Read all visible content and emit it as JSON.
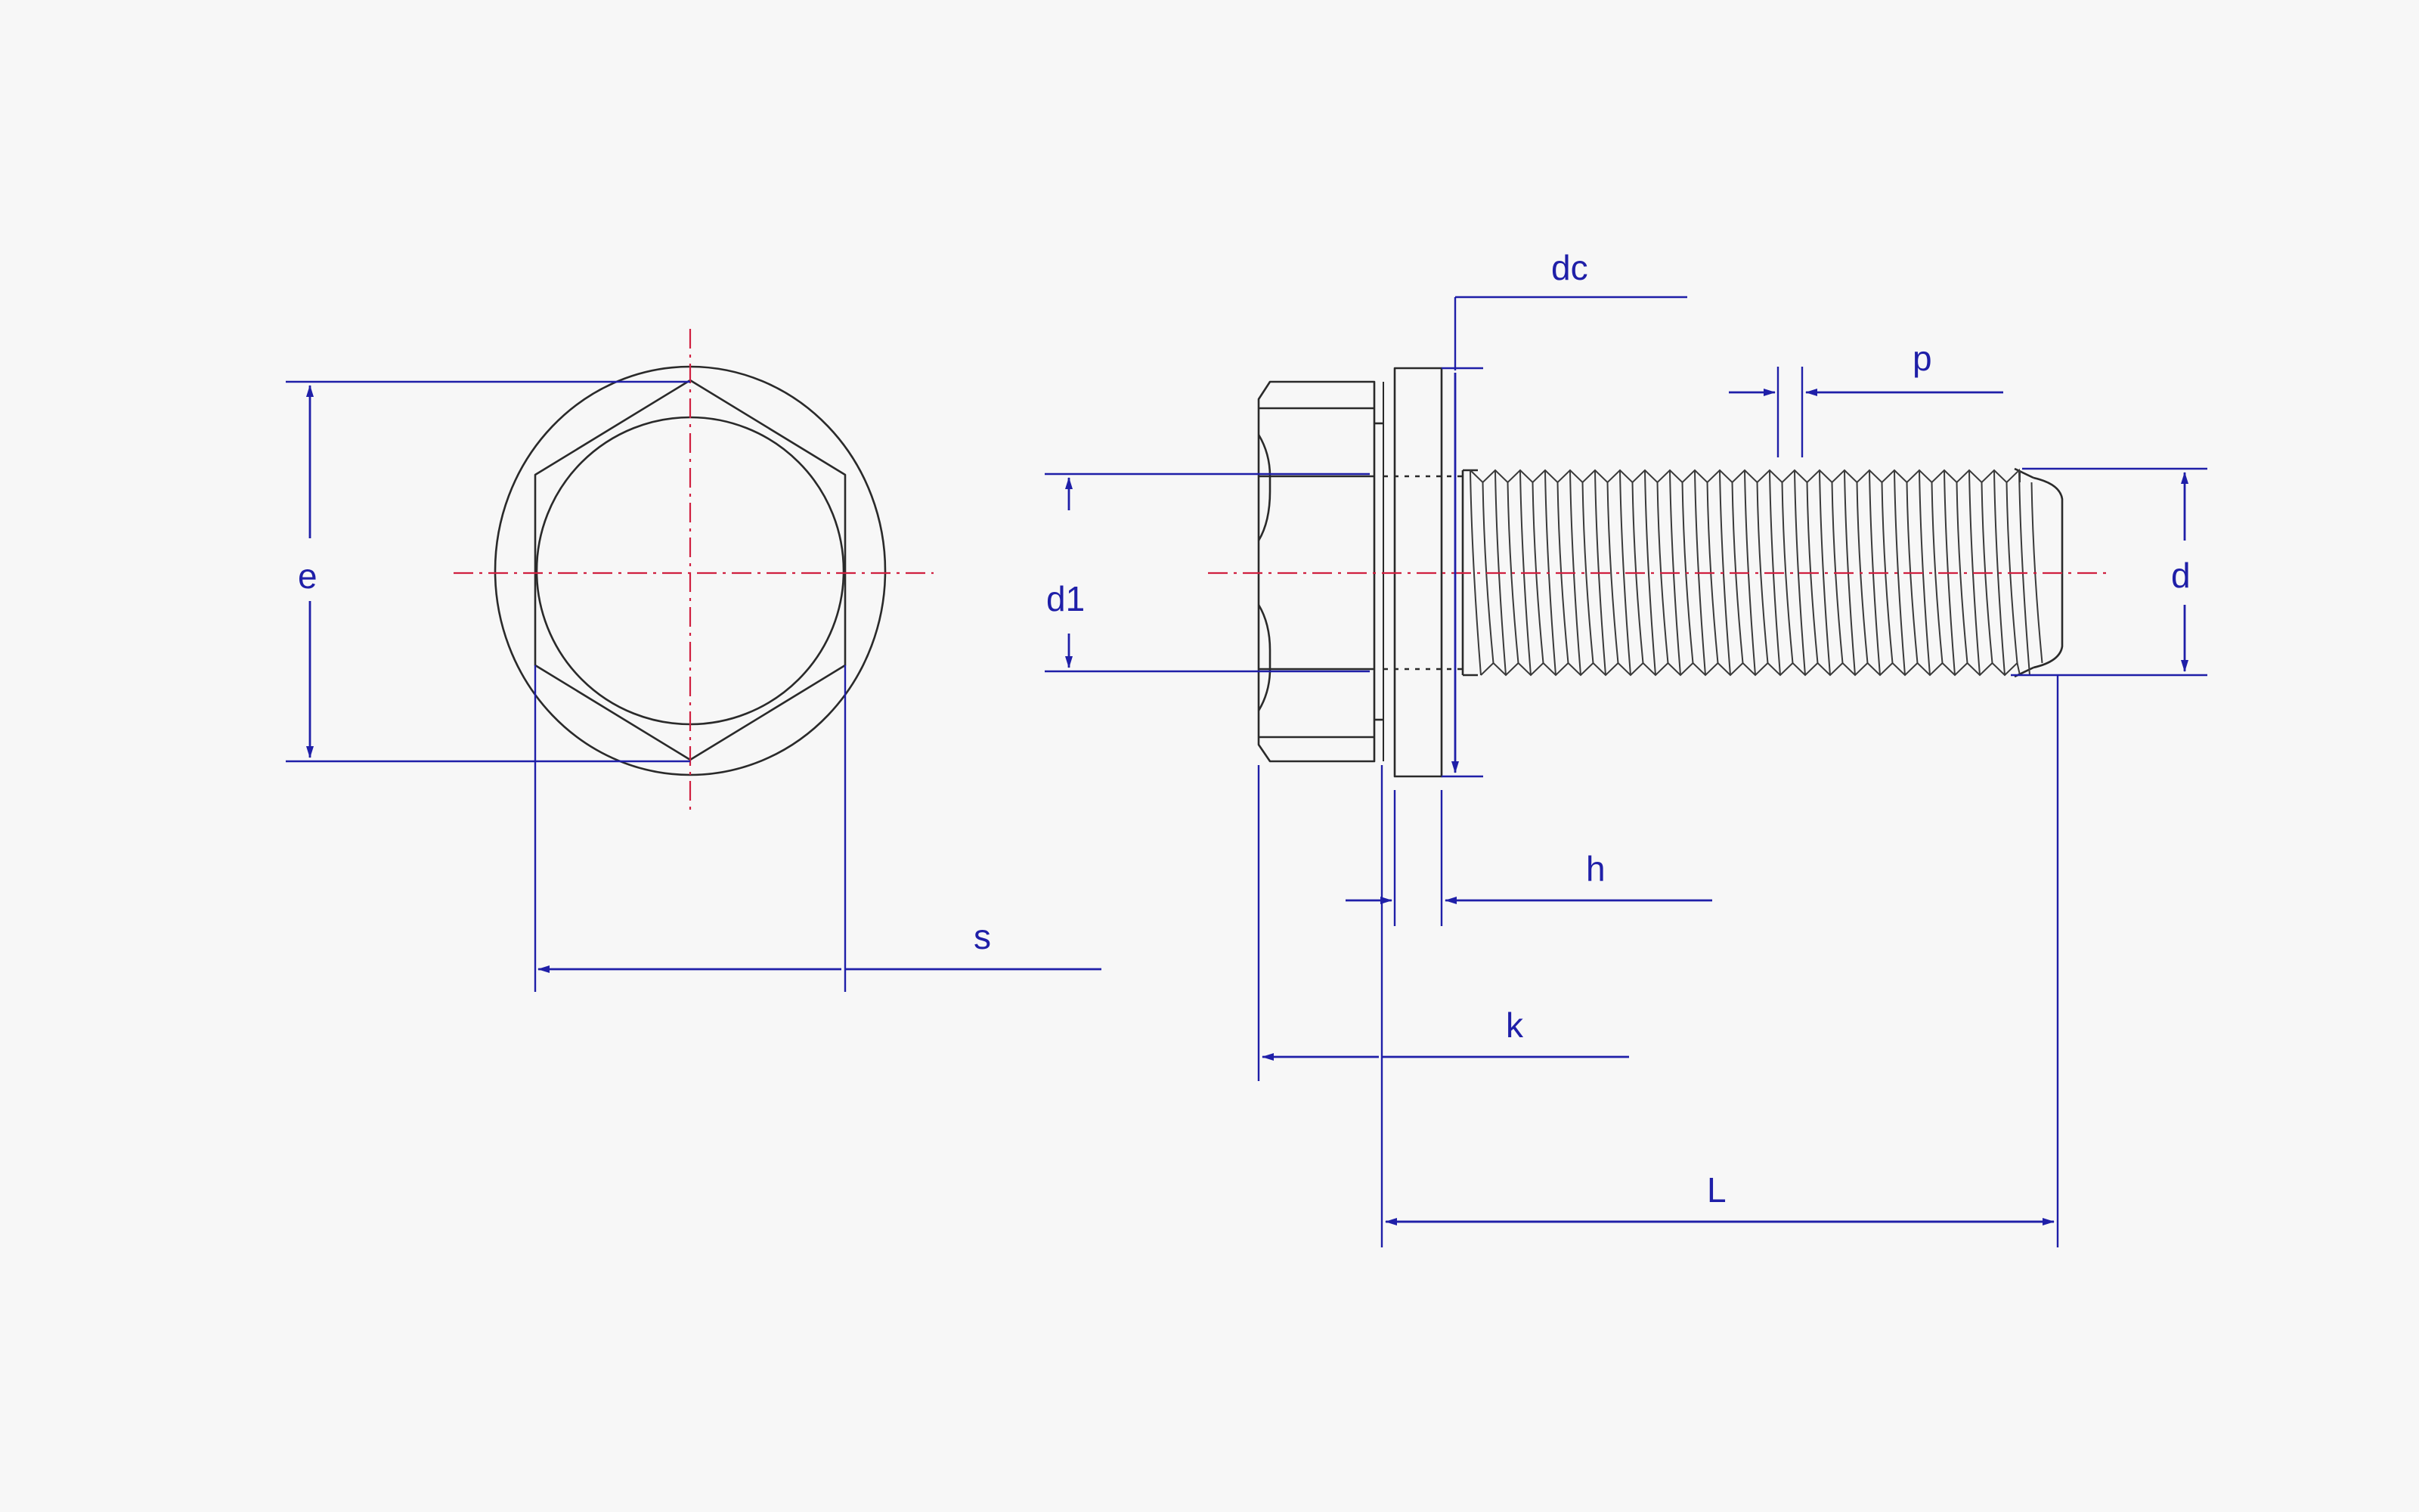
{
  "labels": {
    "e": "e",
    "s": "s",
    "d1": "d1",
    "dc": "dc",
    "p": "p",
    "d": "d",
    "h": "h",
    "k": "k",
    "L": "L"
  },
  "colors": {
    "outline": "#2a2a2a",
    "dimension": "#1f1fa8",
    "centerline": "#d02040",
    "background": "#f7f7f7"
  }
}
